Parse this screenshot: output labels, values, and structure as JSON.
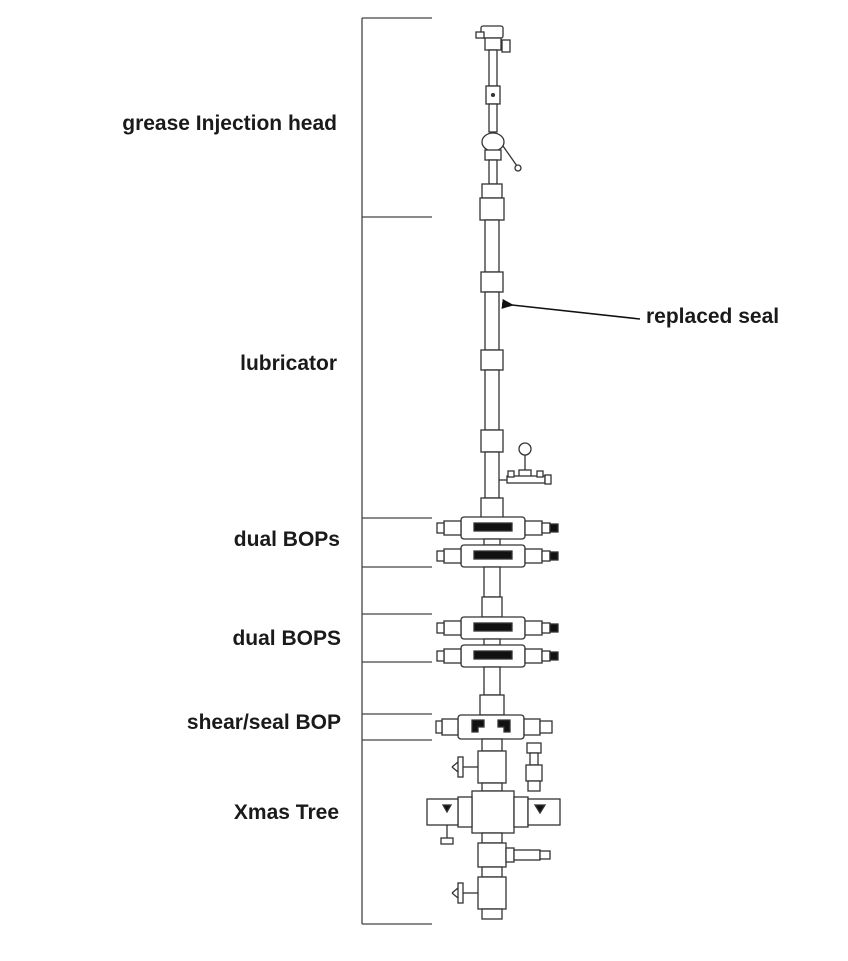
{
  "labels": {
    "grease_head": "grease Injection  head",
    "lubricator": "lubricator",
    "dual_bops_1": "dual BOPs",
    "dual_bops_2": "dual BOPS",
    "shear_seal_bop": "shear/seal BOP",
    "xmas_tree": "Xmas Tree",
    "replaced_seal": "replaced seal"
  },
  "colors": {
    "line": "#333333",
    "fill": "#ffffff",
    "dark": "#111111"
  }
}
